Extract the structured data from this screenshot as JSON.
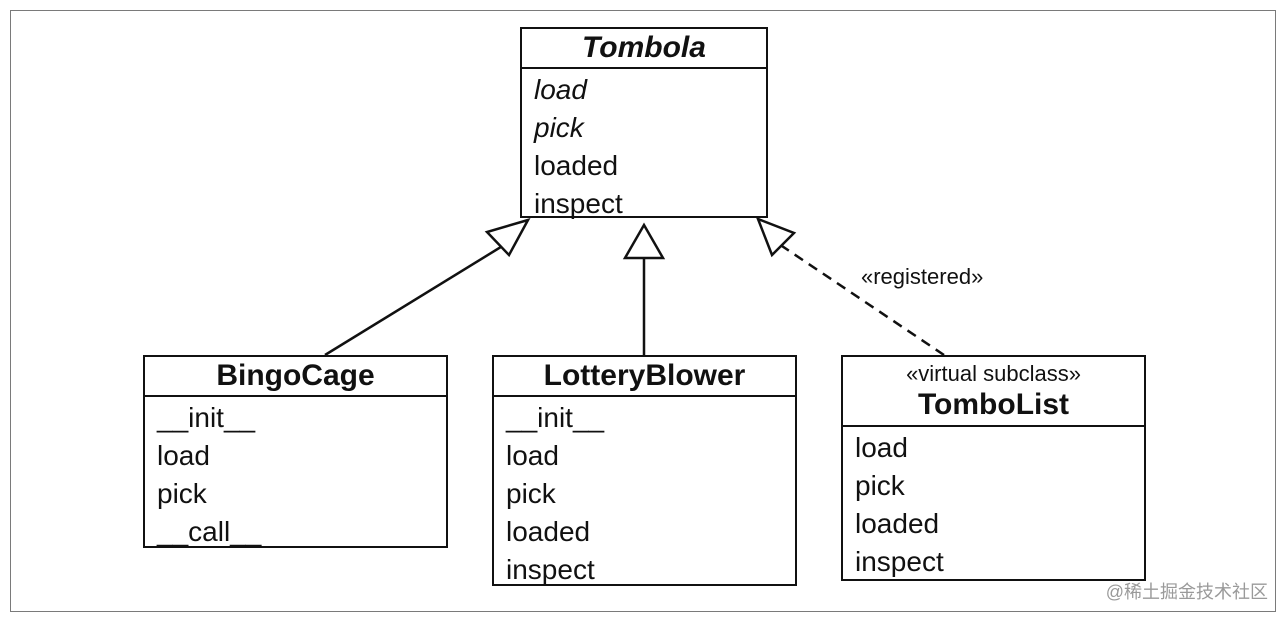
{
  "classes": {
    "tombola": {
      "name": "Tombola",
      "members": [
        "load",
        "pick",
        "loaded",
        "inspect"
      ]
    },
    "bingocage": {
      "name": "BingoCage",
      "members": [
        "__init__",
        "load",
        "pick",
        "__call__"
      ]
    },
    "lotteryblower": {
      "name": "LotteryBlower",
      "members": [
        "__init__",
        "load",
        "pick",
        "loaded",
        "inspect"
      ]
    },
    "tombolist": {
      "stereotype": "«virtual subclass»",
      "name": "TomboList",
      "members": [
        "load",
        "pick",
        "loaded",
        "inspect"
      ]
    }
  },
  "edges": {
    "registered_label": "«registered»"
  },
  "watermark": "@稀土掘金技术社区"
}
